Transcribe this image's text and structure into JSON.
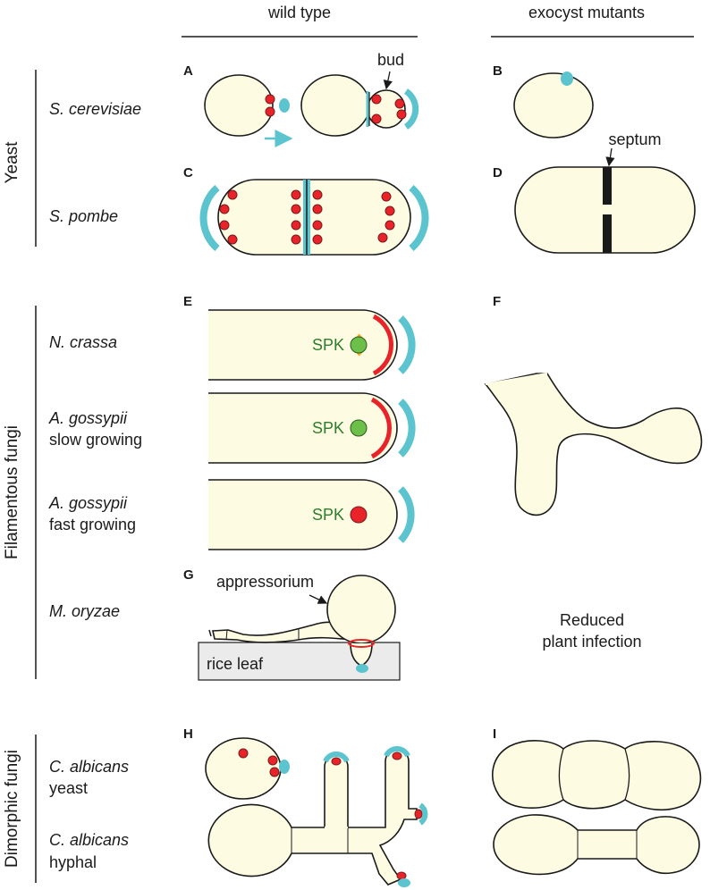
{
  "columns": {
    "wild_type": "wild type",
    "mutants": "exocyst mutants"
  },
  "groups": {
    "yeast": "Yeast",
    "filamentous": "Filamentous fungi",
    "dimorphic": "Dimorphic fungi"
  },
  "species": {
    "s_cerevisiae": "S. cerevisiae",
    "s_pombe": "S. pombe",
    "n_crassa": "N. crassa",
    "a_gossypii_slow_1": "A. gossypii",
    "a_gossypii_slow_2": "slow growing",
    "a_gossypii_fast_1": "A. gossypii",
    "a_gossypii_fast_2": "fast growing",
    "m_oryzae": "M. oryzae",
    "c_albicans_yeast_1": "C. albicans",
    "c_albicans_yeast_2": "yeast",
    "c_albicans_hyphal_1": "C. albicans",
    "c_albicans_hyphal_2": "hyphal"
  },
  "panels": {
    "A": "A",
    "B": "B",
    "C": "C",
    "D": "D",
    "E": "E",
    "F": "F",
    "G": "G",
    "H": "H",
    "I": "I"
  },
  "annotations": {
    "bud": "bud",
    "septum": "septum",
    "spk": "SPK",
    "appressorium": "appressorium",
    "rice_leaf": "rice leaf",
    "reduced_1": "Reduced",
    "reduced_2": "plant infection"
  },
  "colors": {
    "cell_fill": "#fdfbe1",
    "exocyst_cyan": "#5bc4cf",
    "vesicle_red": "#e8232a",
    "spk_green": "#6cc04a",
    "spitzenkorper_orange": "#f2a91d",
    "septum_black": "#1a1a1a",
    "leaf_gray": "#ebebeb"
  }
}
